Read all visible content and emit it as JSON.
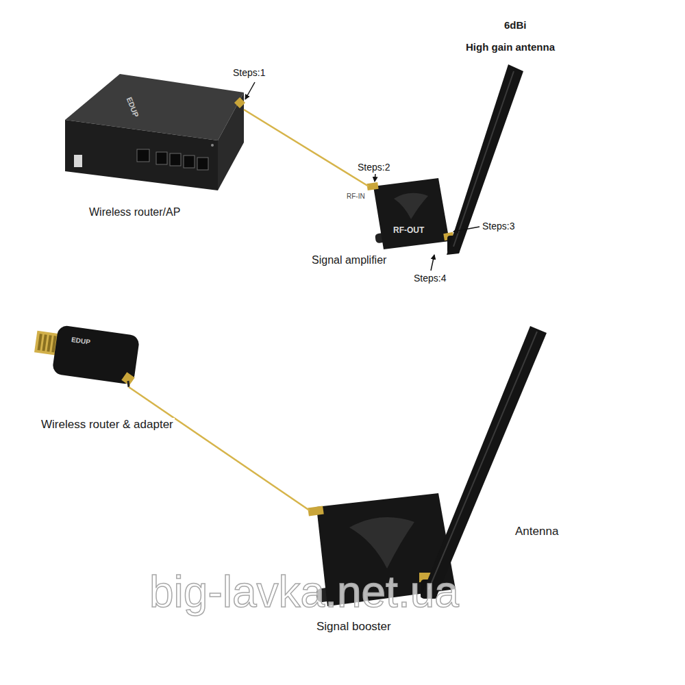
{
  "diagram": {
    "nodes": [
      {
        "text": [
          "Wireless router/AP"
        ]
      },
      {
        "text": [
          "Signal amplifier"
        ]
      },
      {
        "text": [
          "6dBi",
          "High gain antenna"
        ]
      },
      {
        "text": [
          "Wireless router & adapter"
        ]
      },
      {
        "text": [
          "Signal booster"
        ]
      },
      {
        "text": [
          "Antenna"
        ]
      }
    ],
    "edges": [
      {
        "from": 0,
        "to": 1,
        "arrow": "none"
      },
      {
        "from": 3,
        "to": 4,
        "arrow": "none"
      }
    ],
    "labels": [
      "Steps:1",
      "EDUP",
      "Steps:2",
      "RF-IN",
      "RF-OUT",
      "Steps:3",
      "Steps:4",
      "EDUP",
      "big-lavka.net.ua"
    ]
  }
}
